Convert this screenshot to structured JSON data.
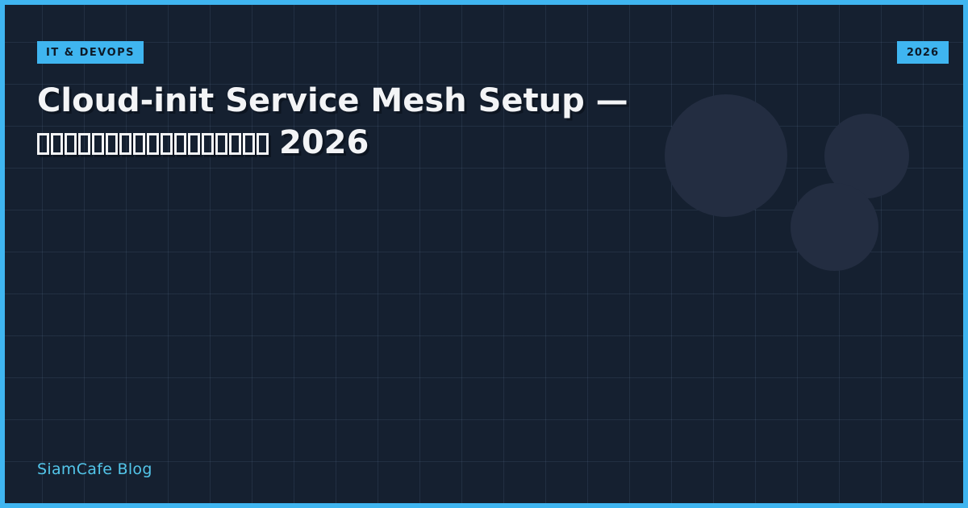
{
  "card": {
    "category_badge": "IT & DEVOPS",
    "year_badge": "2026",
    "title_line1": "Cloud-init Service Mesh Setup —",
    "title_line2_missing_glyph_count": 17,
    "title_line2_suffix": "2026",
    "footer": "SiamCafe Blog",
    "colors": {
      "accent_cyan": "#3fb5f0",
      "background_navy": "#152030",
      "circle_navy": "#232d41",
      "grid_line": "rgba(150,180,230,0.10)",
      "title_text": "#f3f4f6",
      "badge_text": "#0d1a28",
      "footer_text": "#53c6ea"
    }
  }
}
